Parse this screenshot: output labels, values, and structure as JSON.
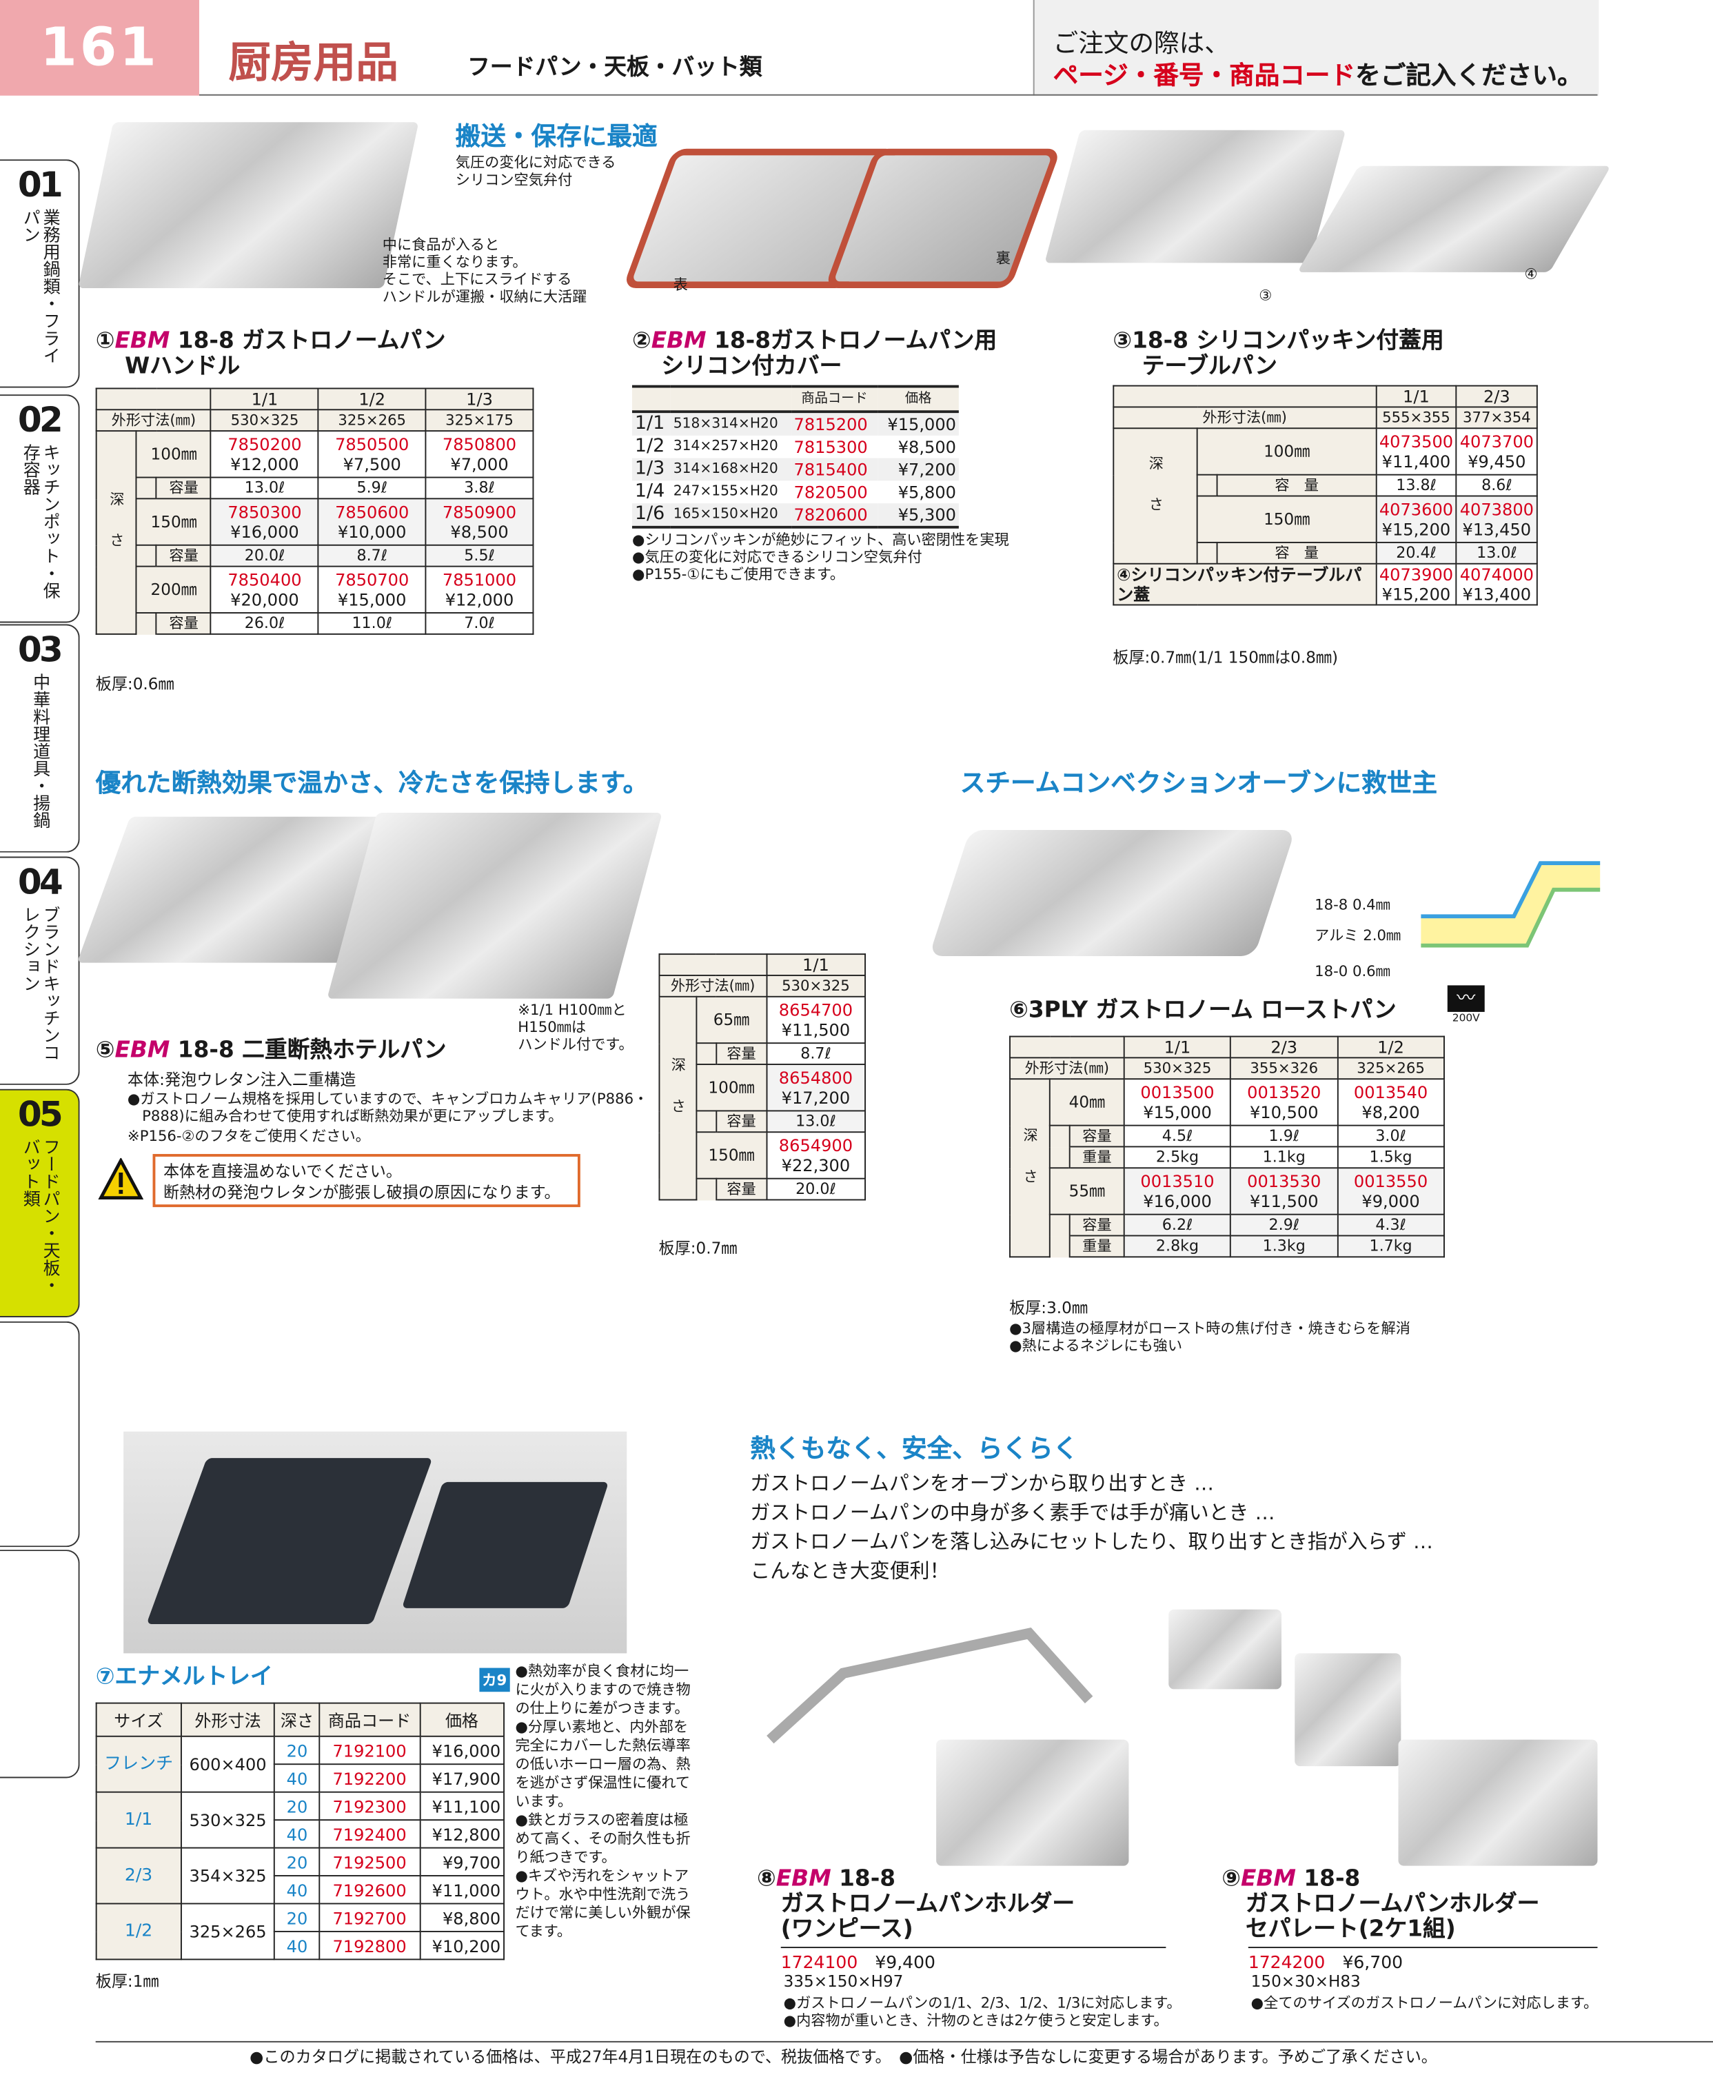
{
  "header": {
    "page_number": "161",
    "category": "厨房用品",
    "subcategory": "フードパン・天板・バット類",
    "order_note_1": "ご注文の際は、",
    "order_note_red": "ページ・番号・商品コード",
    "order_note_2": "をご記入ください。"
  },
  "tabs": [
    {
      "num": "01",
      "label": "業務用鍋類・フライパン"
    },
    {
      "num": "02",
      "label": "キッチンポット・保存容器"
    },
    {
      "num": "03",
      "label": "中華料理道具・揚鍋"
    },
    {
      "num": "04",
      "label": "ブランドキッチンコレクション"
    },
    {
      "num": "05",
      "label": "フードパン・天板・バット類"
    }
  ],
  "p1": {
    "no": "①",
    "brand": "EBM",
    "title1": " 18-8 ガストロノームパン",
    "title2": "Wハンドル",
    "annotation": "中に食品が入ると\n非常に重くなります。\nそこで、上下にスライドする\nハンドルが運搬・収納に大活躍",
    "thickness": "板厚:0.6㎜"
  },
  "t1": {
    "columns": [
      "1/1",
      "1/2",
      "1/3"
    ],
    "dims_label": "外形寸法(㎜)",
    "dims": [
      "530×325",
      "325×265",
      "325×175"
    ],
    "depth_label": "深さ",
    "depths": [
      {
        "label": "100㎜",
        "codes": [
          "7850200",
          "7850500",
          "7850800"
        ],
        "prices": [
          "¥12,000",
          "¥7,500",
          "¥7,000"
        ],
        "subs": [
          {
            "label": "容量",
            "values": [
              "13.0ℓ",
              "5.9ℓ",
              "3.8ℓ"
            ]
          }
        ]
      },
      {
        "label": "150㎜",
        "codes": [
          "7850300",
          "7850600",
          "7850900"
        ],
        "prices": [
          "¥16,000",
          "¥10,000",
          "¥8,500"
        ],
        "subs": [
          {
            "label": "容量",
            "values": [
              "20.0ℓ",
              "8.7ℓ",
              "5.5ℓ"
            ]
          }
        ]
      },
      {
        "label": "200㎜",
        "codes": [
          "7850400",
          "7850700",
          "7851000"
        ],
        "prices": [
          "¥20,000",
          "¥15,000",
          "¥12,000"
        ],
        "subs": [
          {
            "label": "容量",
            "values": [
              "26.0ℓ",
              "11.0ℓ",
              "7.0ℓ"
            ]
          }
        ]
      }
    ],
    "extra": []
  },
  "p2": {
    "headline": "搬送・保存に最適",
    "headline_note": "気圧の変化に対応できる\nシリコン空気弁付",
    "front": "表",
    "back": "裏",
    "no": "②",
    "brand": "EBM",
    "title1": " 18-8ガストロノームパン用",
    "title2": "シリコン付カバー",
    "col_code": "商品コード",
    "col_price": "価格",
    "rows": [
      {
        "size": "1/1",
        "dims": "518×314×H20",
        "code": "7815200",
        "price": "¥15,000"
      },
      {
        "size": "1/2",
        "dims": "314×257×H20",
        "code": "7815300",
        "price": "¥8,500"
      },
      {
        "size": "1/3",
        "dims": "314×168×H20",
        "code": "7815400",
        "price": "¥7,200"
      },
      {
        "size": "1/4",
        "dims": "247×155×H20",
        "code": "7820500",
        "price": "¥5,800"
      },
      {
        "size": "1/6",
        "dims": "165×150×H20",
        "code": "7820600",
        "price": "¥5,300"
      }
    ],
    "bullets": [
      "●シリコンパッキンが絶妙にフィット、高い密閉性を実現",
      "●気圧の変化に対応できるシリコン空気弁付",
      "●P155-①にもご使用できます。"
    ]
  },
  "p3": {
    "no": "③",
    "title1": "18-8 シリコンパッキン付蓋用",
    "title2": "テーブルパン",
    "img_label_3": "③",
    "img_label_4": "④",
    "thickness": "板厚:0.7㎜(1/1 150㎜は0.8㎜)"
  },
  "t3": {
    "columns": [
      "1/1",
      "2/3"
    ],
    "dims_label": "外形寸法(㎜)",
    "dims": [
      "555×355",
      "377×354"
    ],
    "depth_label": "深さ",
    "depths": [
      {
        "label": "100㎜",
        "codes": [
          "4073500",
          "4073700"
        ],
        "prices": [
          "¥11,400",
          "¥9,450"
        ],
        "subs": [
          {
            "label": "容　量",
            "values": [
              "13.8ℓ",
              "8.6ℓ"
            ]
          }
        ]
      },
      {
        "label": "150㎜",
        "codes": [
          "4073600",
          "4073800"
        ],
        "prices": [
          "¥15,200",
          "¥13,450"
        ],
        "subs": [
          {
            "label": "容　量",
            "values": [
              "20.4ℓ",
              "13.0ℓ"
            ]
          }
        ]
      }
    ],
    "extra": [
      {
        "label": "④シリコンパッキン付テーブルパン蓋",
        "codes": [
          "4073900",
          "4074000"
        ],
        "prices": [
          "¥15,200",
          "¥13,400"
        ]
      }
    ]
  },
  "p5": {
    "headline": "優れた断熱効果で温かさ、冷たさを保持します。",
    "no": "⑤",
    "brand": "EBM",
    "title": " 18-8 二重断熱ホテルパン",
    "handle_note": "※1/1 H100㎜と\nH150㎜は\nハンドル付です。",
    "body": "本体:発泡ウレタン注入二重構造",
    "bullet1": "●ガストロノーム規格を採用していますので、キャンブロカムキャリア(P886・\n　P888)に組み合わせて使用すれば断熱効果が更にアップします。",
    "bullet2": "※P156-②のフタをご使用ください。",
    "warning": "本体を直接温めないでください。\n断熱材の発泡ウレタンが膨張し破損の原因になります。",
    "thickness": "板厚:0.7㎜"
  },
  "t5": {
    "columns": [
      "1/1"
    ],
    "dims_label": "外形寸法(㎜)",
    "dims": [
      "530×325"
    ],
    "depth_label": "深さ",
    "depths": [
      {
        "label": "65㎜",
        "codes": [
          "8654700"
        ],
        "prices": [
          "¥11,500"
        ],
        "subs": [
          {
            "label": "容量",
            "values": [
              "8.7ℓ"
            ]
          }
        ]
      },
      {
        "label": "100㎜",
        "codes": [
          "8654800"
        ],
        "prices": [
          "¥17,200"
        ],
        "subs": [
          {
            "label": "容量",
            "values": [
              "13.0ℓ"
            ]
          }
        ]
      },
      {
        "label": "150㎜",
        "codes": [
          "8654900"
        ],
        "prices": [
          "¥22,300"
        ],
        "subs": [
          {
            "label": "容量",
            "values": [
              "20.0ℓ"
            ]
          }
        ]
      }
    ],
    "extra": []
  },
  "p6": {
    "headline": "スチームコンベクションオーブンに救世主",
    "layer1": "18-8 0.4㎜",
    "layer2": "アルミ 2.0㎜",
    "layer3": "18-0 0.6㎜",
    "no": "⑥",
    "title": "3PLY ガストロノーム ローストパン",
    "voltage": "200V",
    "thickness": "板厚:3.0㎜",
    "bullets": [
      "●3層構造の極厚材がロースト時の焦げ付き・焼きむらを解消",
      "●熱によるネジレにも強い"
    ],
    "colors": {
      "top": "#3aa0e0",
      "mid": "#fff3a0",
      "bottom": "#7cc576"
    }
  },
  "t6": {
    "columns": [
      "1/1",
      "2/3",
      "1/2"
    ],
    "dims_label": "外形寸法(㎜)",
    "dims": [
      "530×325",
      "355×326",
      "325×265"
    ],
    "depth_label": "深さ",
    "depths": [
      {
        "label": "40㎜",
        "codes": [
          "0013500",
          "0013520",
          "0013540"
        ],
        "prices": [
          "¥15,000",
          "¥10,500",
          "¥8,200"
        ],
        "subs": [
          {
            "label": "容量",
            "values": [
              "4.5ℓ",
              "1.9ℓ",
              "3.0ℓ"
            ]
          },
          {
            "label": "重量",
            "values": [
              "2.5kg",
              "1.1kg",
              "1.5kg"
            ]
          }
        ]
      },
      {
        "label": "55㎜",
        "codes": [
          "0013510",
          "0013530",
          "0013550"
        ],
        "prices": [
          "¥16,000",
          "¥11,500",
          "¥9,000"
        ],
        "subs": [
          {
            "label": "容量",
            "values": [
              "6.2ℓ",
              "2.9ℓ",
              "4.3ℓ"
            ]
          },
          {
            "label": "重量",
            "values": [
              "2.8kg",
              "1.3kg",
              "1.7kg"
            ]
          }
        ]
      }
    ],
    "extra": []
  },
  "p7": {
    "no": "⑦",
    "title": "エナメルトレイ",
    "badge": "カ9",
    "headers": [
      "サイズ",
      "外形寸法",
      "深さ",
      "商品コード",
      "価格"
    ],
    "groups": [
      {
        "size": "フレンチ",
        "dims": "600×400",
        "rows": [
          {
            "depth": "20",
            "code": "7192100",
            "price": "¥16,000"
          },
          {
            "depth": "40",
            "code": "7192200",
            "price": "¥17,900"
          }
        ]
      },
      {
        "size": "1/1",
        "dims": "530×325",
        "rows": [
          {
            "depth": "20",
            "code": "7192300",
            "price": "¥11,100"
          },
          {
            "depth": "40",
            "code": "7192400",
            "price": "¥12,800"
          }
        ]
      },
      {
        "size": "2/3",
        "dims": "354×325",
        "rows": [
          {
            "depth": "20",
            "code": "7192500",
            "price": "¥9,700"
          },
          {
            "depth": "40",
            "code": "7192600",
            "price": "¥11,000"
          }
        ]
      },
      {
        "size": "1/2",
        "dims": "325×265",
        "rows": [
          {
            "depth": "20",
            "code": "7192700",
            "price": "¥8,800"
          },
          {
            "depth": "40",
            "code": "7192800",
            "price": "¥10,200"
          }
        ]
      }
    ],
    "thickness": "板厚:1㎜",
    "bullets": [
      "●熱効率が良く食材に均一に火が入りますので焼き物の仕上りに差がつきます。",
      "●分厚い素地と、内外部を完全にカバーした熱伝導率の低いホーロー層の為、熱を逃がさず保温性に優れています。",
      "●鉄とガラスの密着度は極めて高く、その耐久性も折り紙つきです。",
      "●キズや汚れをシャットアウト。水や中性洗剤で洗うだけで常に美しい外観が保てます。"
    ]
  },
  "holder": {
    "headline": "熱くもなく、安全、らくらく",
    "lines": [
      "ガストロノームパンをオーブンから取り出すとき …",
      "ガストロノームパンの中身が多く素手では手が痛いとき …",
      "ガストロノームパンを落し込みにセットしたり、取り出すとき指が入らず …",
      "こんなとき大変便利！"
    ]
  },
  "p8": {
    "no": "⑧",
    "brand": "EBM",
    "title1": " 18-8",
    "title2": "ガストロノームパンホルダー",
    "title3": "(ワンピース)",
    "code": "1724100",
    "price": "¥9,400",
    "size": "335×150×H97",
    "bullets": [
      "●ガストロノームパンの1/1、2/3、1/2、1/3に対応します。",
      "●内容物が重いとき、汁物のときは2ケ使うと安定します。"
    ]
  },
  "p9": {
    "no": "⑨",
    "brand": "EBM",
    "title1": " 18-8",
    "title2": "ガストロノームパンホルダー",
    "title3": "セパレート(2ケ1組)",
    "code": "1724200",
    "price": "¥6,700",
    "size": "150×30×H83",
    "bullets": [
      "●全てのサイズのガストロノームパンに対応します。"
    ]
  },
  "footer": {
    "note1": "●このカタログに掲載されている価格は、平成27年4月1日現在のもので、税抜価格です。",
    "note2": "●価格・仕様は予告なしに変更する場合があります。予めご了承ください。"
  }
}
